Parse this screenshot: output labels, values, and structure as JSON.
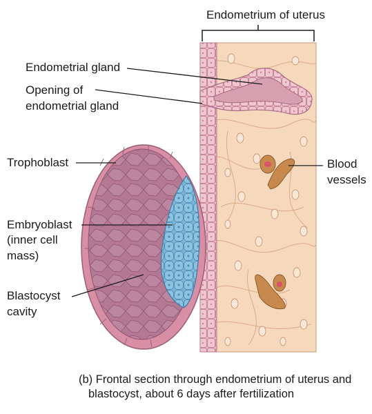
{
  "diagram": {
    "header_label": "Endometrium of uterus",
    "labels": {
      "endometrial_gland": "Endometrial gland",
      "opening_line1": "Opening of",
      "opening_line2": "endometrial gland",
      "trophoblast": "Trophoblast",
      "embryoblast_line1": "Embryoblast",
      "embryoblast_line2": "(inner cell",
      "embryoblast_line3": "mass)",
      "blastocyst_cavity_line1": "Blastocyst",
      "blastocyst_cavity_line2": "cavity",
      "blood_vessels_line1": "Blood",
      "blood_vessels_line2": "vessels"
    },
    "caption_line1": "(b) Frontal section through endometrium of uterus and",
    "caption_line2": "blastocyst, about 6 days after fertilization",
    "colors": {
      "endometrium_tissue": "#f6d9bd",
      "epithelium": "#eab6c2",
      "trophoblast_wall": "#d88ea5",
      "blastocyst_cavity": "#b97a95",
      "embryoblast": "#7fb7d8",
      "blood_vessel": "#c7894e",
      "blood_cell": "#d9536a"
    }
  }
}
